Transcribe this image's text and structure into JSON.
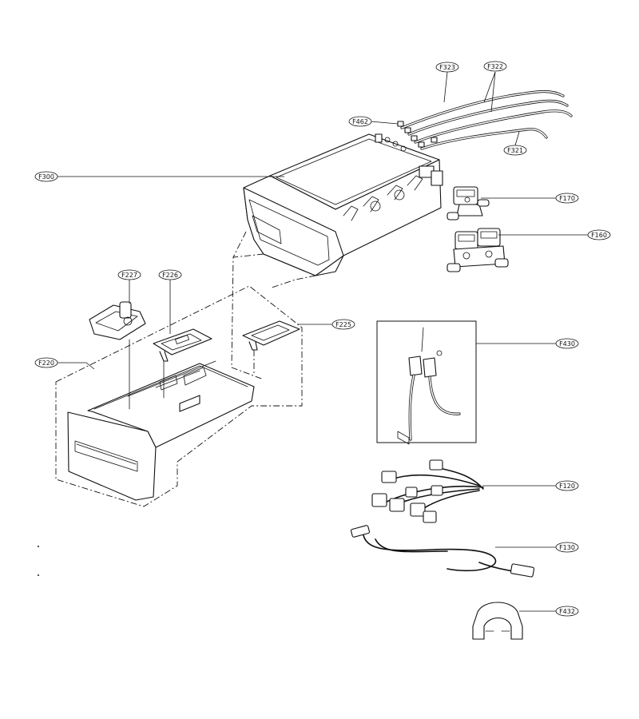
{
  "labels": {
    "f323": "F323",
    "f322": "F322",
    "f462": "F462",
    "f321": "F321",
    "f300": "F300",
    "f170": "F170",
    "f160": "F160",
    "f227": "F227",
    "f226": "F226",
    "f225": "F225",
    "f220": "F220",
    "f430": "F430",
    "f120": "F120",
    "f130": "F130",
    "f432": "F432"
  }
}
